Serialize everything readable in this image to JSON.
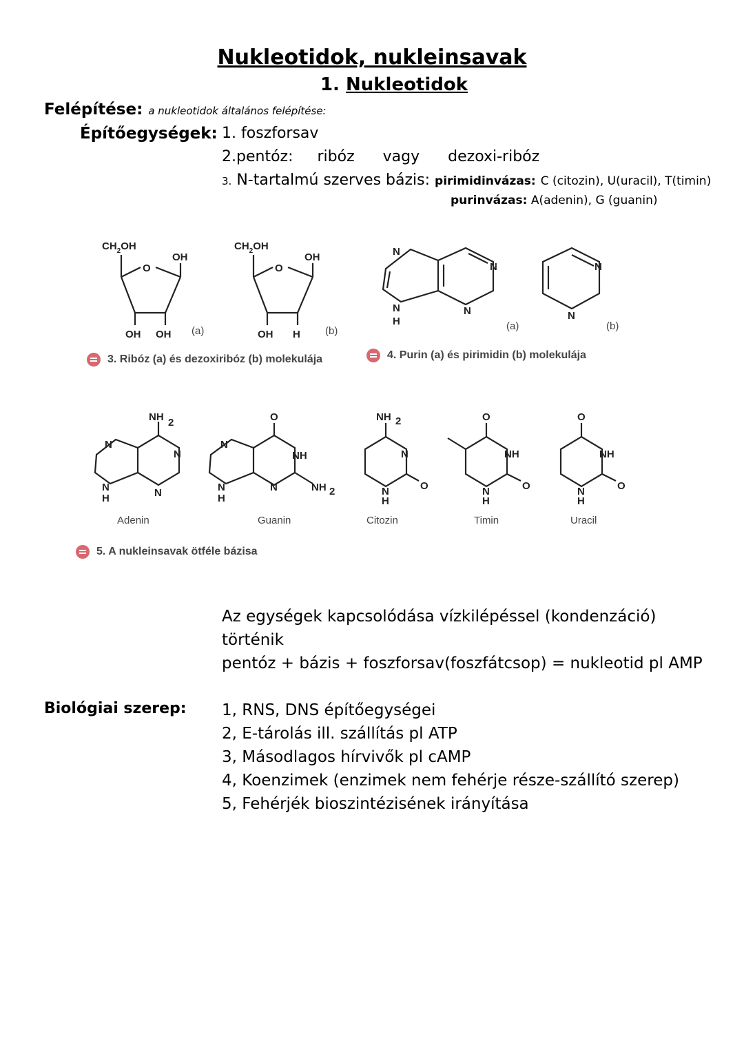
{
  "title": "Nukleotidok, nukleinsavak",
  "subtitle_num": "1.",
  "subtitle": "Nukleotidok",
  "felepites": {
    "label": "Felépítése:",
    "note": "a nukleotidok általános felépítése:",
    "units_label": "Építőegységek:",
    "item1": "1. foszforsav",
    "item2_num": "2.",
    "item2_a": "pentóz:",
    "item2_b": "ribóz",
    "item2_c": "vagy",
    "item2_d": "dezoxi-ribóz",
    "item3_num": "3.",
    "item3": "N-tartalmú szerves bázis:",
    "pyr_label": "pirimidinvázas:",
    "pyr_text": "C (citozin), U(uracil), T(timin)",
    "pur_label": "purinvázas:",
    "pur_text": "A(adenin), G (guanin)"
  },
  "figures": {
    "fig3_caption": "3. Ribóz (a) és dezoxiribóz (b) molekulája",
    "fig4_caption": "4. Purin (a) és pirimidin (b) molekulája",
    "fig5_caption": "5. A nukleinsavak ötféle bázisa",
    "label_a": "(a)",
    "label_b": "(b)",
    "atoms": {
      "ch2oh": "CH",
      "sub2": "2",
      "oh_tail": "OH",
      "oh": "OH",
      "o": "O",
      "h": "H",
      "n": "N",
      "nh": "NH",
      "nh2": "NH",
      "o_atom": "O"
    },
    "bases": [
      "Adenin",
      "Guanin",
      "Citozin",
      "Timin",
      "Uracil"
    ]
  },
  "kapcsolodas": {
    "line1": "Az egységek kapcsolódása vízkilépéssel (kondenzáció)",
    "line2": "történik",
    "line3": "pentóz + bázis + foszforsav(foszfátcsop) = nukleotid pl AMP"
  },
  "biologiai": {
    "label": "Biológiai szerep:",
    "items": [
      "1, RNS, DNS építőegységei",
      "2, E-tárolás ill. szállítás pl ATP",
      "3, Másodlagos hírvivők pl cAMP",
      "4, Koenzimek (enzimek nem fehérje része-szállító szerep)",
      "5, Fehérjék bioszintézisének irányítása"
    ]
  }
}
